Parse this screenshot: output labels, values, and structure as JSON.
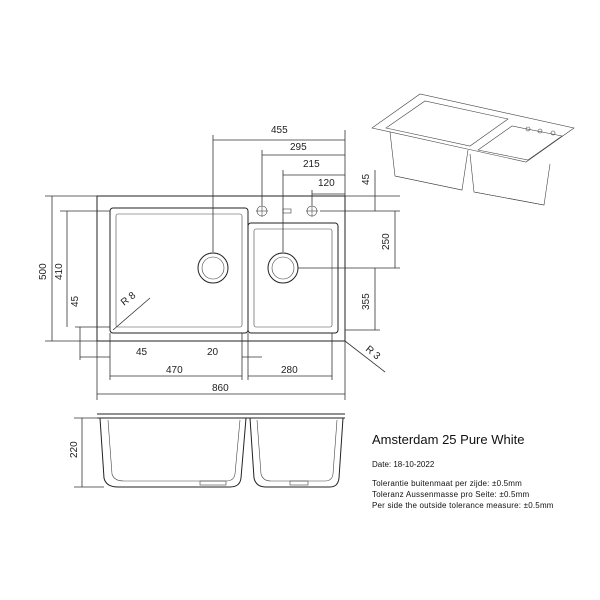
{
  "title": "Amsterdam 25 Pure White",
  "date": "Date: 18-10-2022",
  "tolerance": [
    "Tolerantie buitenmaat per zijde: ±0.5mm",
    "Toleranz Aussenmasse pro Seite: ±0.5mm",
    "Per side the outside tolerance measure: ±0.5mm"
  ],
  "dimensions": {
    "w455": "455",
    "w295": "295",
    "w215": "215",
    "w120": "120",
    "h45_top": "45",
    "h250": "250",
    "h355": "355",
    "h500": "500",
    "h410": "410",
    "h45_left": "45",
    "w45": "45",
    "w20": "20",
    "w470": "470",
    "w280": "280",
    "w860": "860",
    "depth220": "220",
    "r8": "R 8",
    "r3": "R 3"
  }
}
